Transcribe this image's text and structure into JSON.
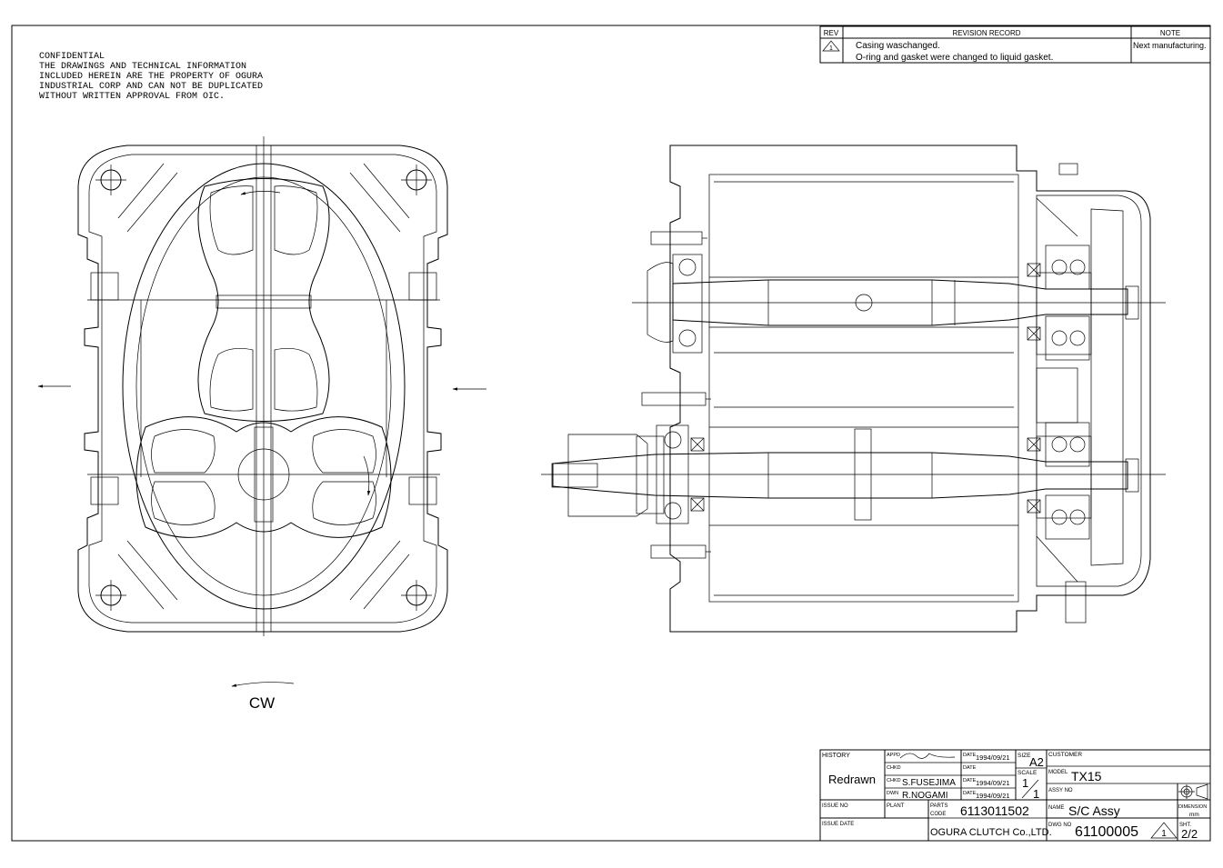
{
  "confidential": [
    "CONFIDENTIAL",
    "THE DRAWINGS AND TECHNICAL INFORMATION",
    "INCLUDED HEREIN ARE THE PROPERTY OF OGURA",
    "INDUSTRIAL CORP AND CAN NOT BE DUPLICATED",
    "WITHOUT WRITTEN APPROVAL FROM OIC."
  ],
  "revision": {
    "rev_header": "REV",
    "record_header": "REVISION RECORD",
    "note_header": "NOTE",
    "rev_mark": "1",
    "record_line1": "Casing waschanged.",
    "record_line2": "O-ring and gasket were changed to liquid gasket.",
    "note": "Next manufacturing."
  },
  "rotation_label": "CW",
  "title_block": {
    "history_label": "HISTORY",
    "history_value": "Redrawn",
    "appd_label": "APPD",
    "chkd_label": "CHKD",
    "chkd2_label": "CHKD",
    "chkd2_value": "S.FUSEJIMA",
    "dwn_label": "DWN",
    "dwn_value": "R.NOGAMI",
    "date_label": "DATE",
    "date_appd": "1994/09/21",
    "date_chkd2": "1994/09/21",
    "date_dwn": "1994/09/21",
    "size_label": "SIZE",
    "size_value": "A2",
    "scale_label": "SCALE",
    "scale_num": "1",
    "scale_den": "1",
    "customer_label": "CUSTOMER",
    "model_label": "MODEL",
    "model_value": "TX15",
    "assy_no_label": "ASSY NO",
    "issue_no_label": "ISSUE NO",
    "plant_label": "PLANT",
    "parts_code_label1": "PARTS",
    "parts_code_label2": "CODE",
    "parts_code_value": "6113011502",
    "name_label": "NAME",
    "name_value": "S/C  Assy",
    "dimension_label": "DIMENSION",
    "dimension_unit": "mm",
    "issue_date_label": "ISSUE DATE",
    "company": "OGURA CLUTCH Co.,LTD.",
    "dwg_no_label": "DWG NO",
    "dwg_no_value": "61100005",
    "dwg_rev": "1",
    "sht_label": "SHT.",
    "sht_value": "2/2"
  }
}
